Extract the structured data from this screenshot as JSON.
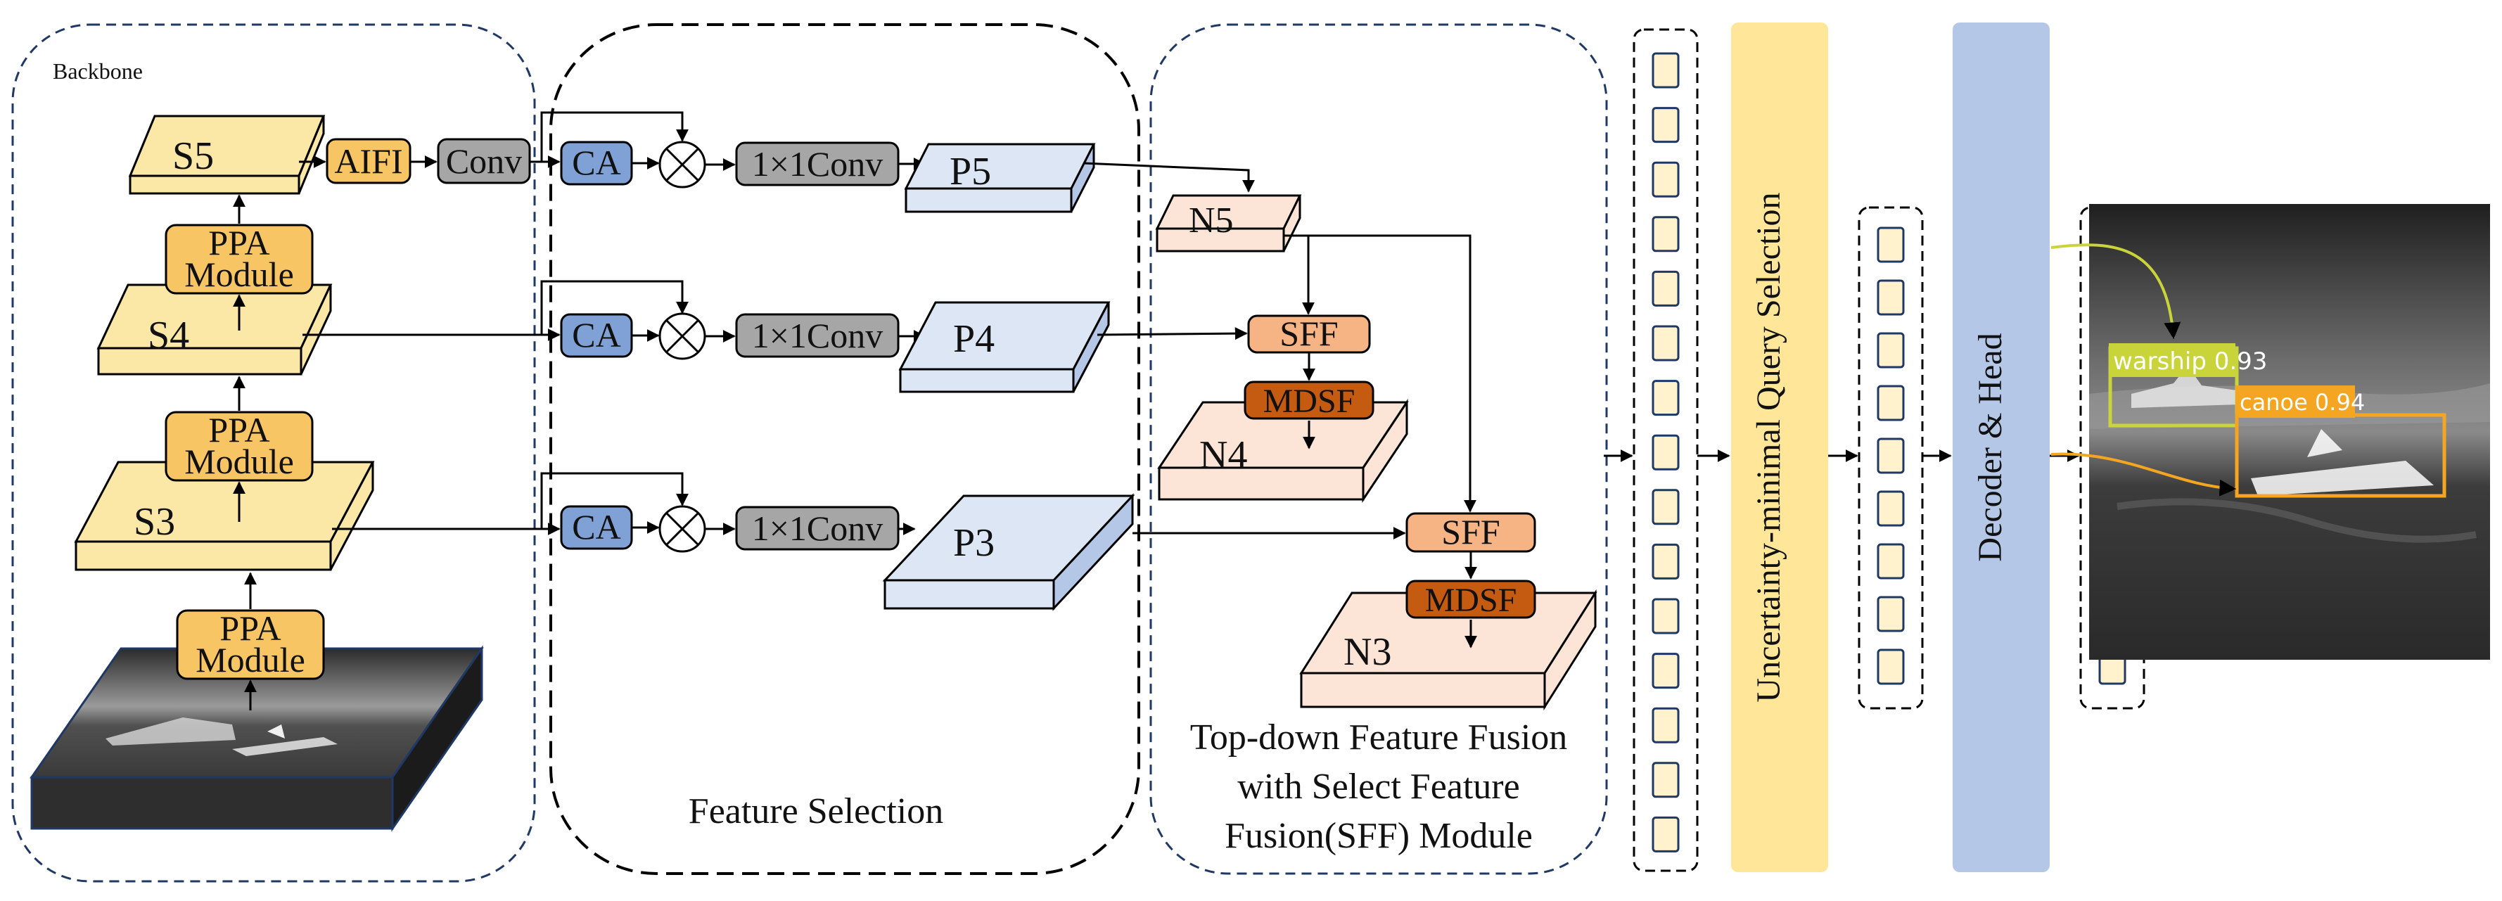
{
  "colors": {
    "pyramid_s": "#fbe7a6",
    "pyramid_p": "#dde6f4",
    "pyramid_n": "#fce4d6",
    "ppa": "#f8c565",
    "conv": "#a6a6a6",
    "ca": "#7fa1d6",
    "sff": "#f6b384",
    "mdsf": "#c55a11",
    "query_bar": "#ffe699",
    "decoder_bar": "#b4c7e7",
    "warship": "#c9d43a",
    "canoe": "#f4a622"
  },
  "backbone": {
    "title": "Backbone",
    "s5": "S5",
    "s4": "S4",
    "s3": "S3",
    "ppa_1": "PPA",
    "ppa_2": "Module",
    "aifi": "AIFI",
    "conv": "Conv"
  },
  "feature_selection": {
    "title": "Feature Selection",
    "ca": "CA",
    "conv1x1": "1×1Conv",
    "p5": "P5",
    "p4": "P4",
    "p3": "P3"
  },
  "fusion": {
    "caption_line1": "Top-down Feature Fusion",
    "caption_line2": "with Select Feature",
    "caption_line3": "Fusion(SFF) Module",
    "n5": "N5",
    "n4": "N4",
    "n3": "N3",
    "sff": "SFF",
    "mdsf": "MDSF"
  },
  "query_selection": {
    "label": "Uncertainty-minimal Query Selection"
  },
  "decoder": {
    "label": "Decoder & Head"
  },
  "detections": [
    {
      "label": "warship 0.93",
      "color_key": "warship"
    },
    {
      "label": "canoe 0.94",
      "color_key": "canoe"
    }
  ]
}
